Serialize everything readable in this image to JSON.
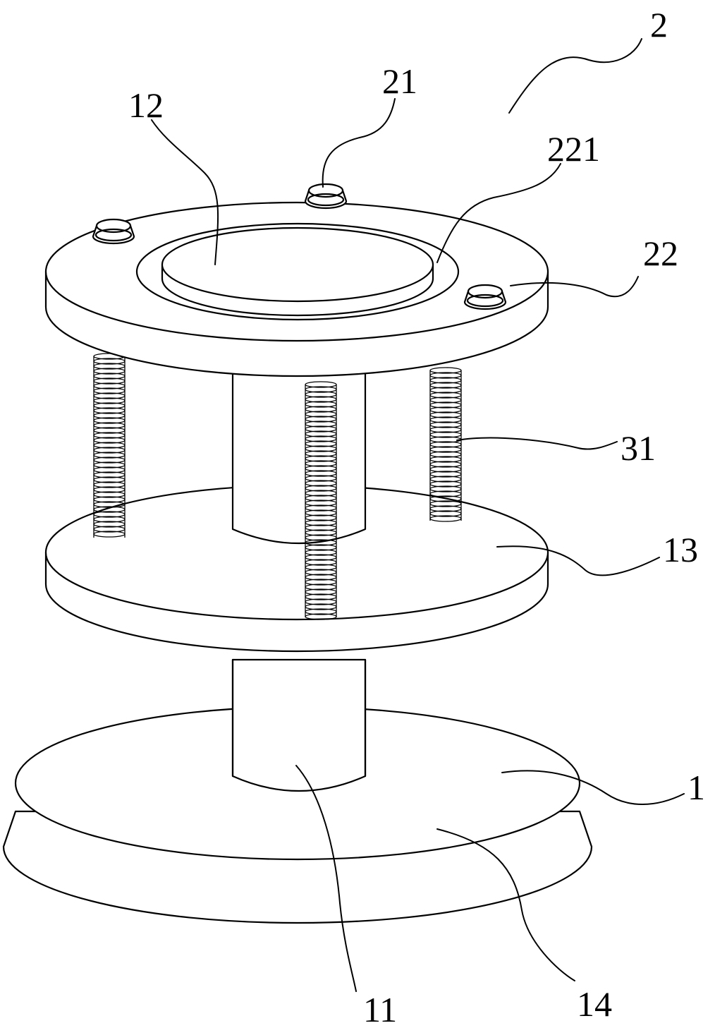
{
  "labels": {
    "assembly": "2",
    "pin": "21",
    "disc": "12",
    "groove": "221",
    "top_plate": "22",
    "spring": "31",
    "middle_plate": "13",
    "base": "1",
    "column": "11",
    "base_rim": "14"
  },
  "colors": {
    "line": "#000000",
    "background": "#ffffff"
  }
}
